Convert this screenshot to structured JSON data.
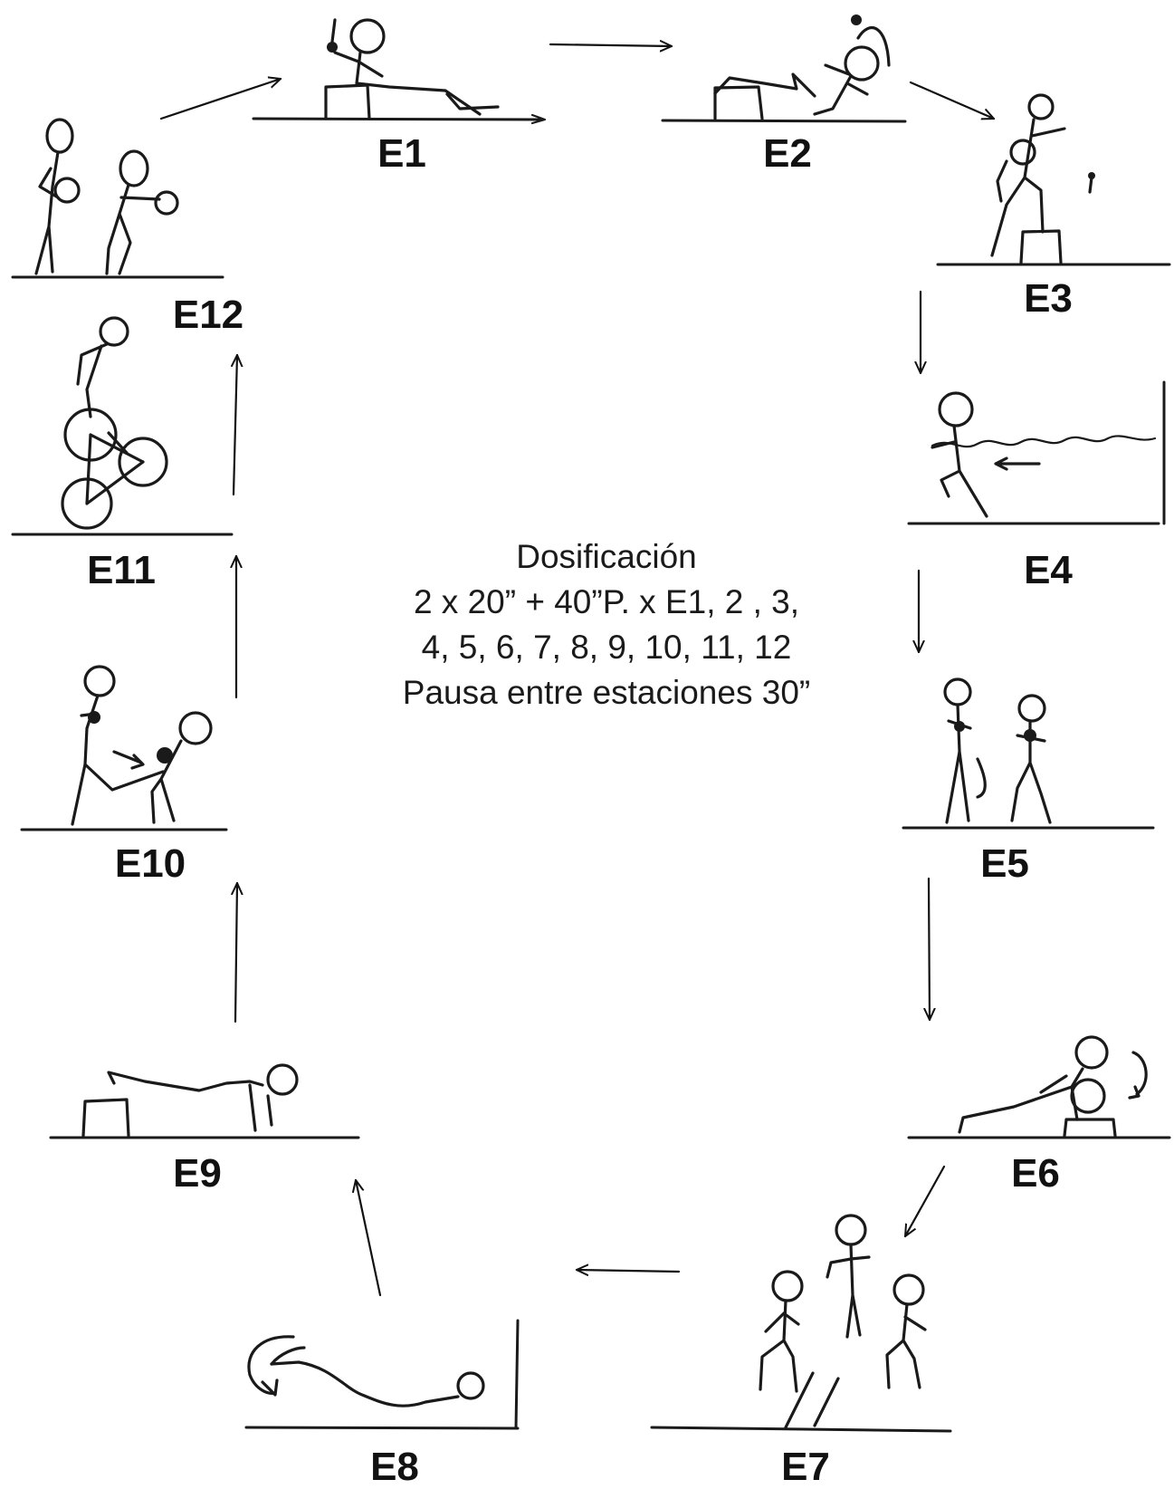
{
  "stations": [
    {
      "id": "e1",
      "label": "E1"
    },
    {
      "id": "e2",
      "label": "E2"
    },
    {
      "id": "e3",
      "label": "E3"
    },
    {
      "id": "e4",
      "label": "E4"
    },
    {
      "id": "e5",
      "label": "E5"
    },
    {
      "id": "e6",
      "label": "E6"
    },
    {
      "id": "e7",
      "label": "E7"
    },
    {
      "id": "e8",
      "label": "E8"
    },
    {
      "id": "e9",
      "label": "E9"
    },
    {
      "id": "e10",
      "label": "E10"
    },
    {
      "id": "e11",
      "label": "E11"
    },
    {
      "id": "e12",
      "label": "E12"
    }
  ],
  "dosage": {
    "title": "Dosificación",
    "line1": "2 x 20” + 40”P. x E1, 2 , 3,",
    "line2": "4,  5, 6, 7, 8, 9, 10, 11, 12",
    "line3": "Pausa entre estaciones 30”"
  }
}
